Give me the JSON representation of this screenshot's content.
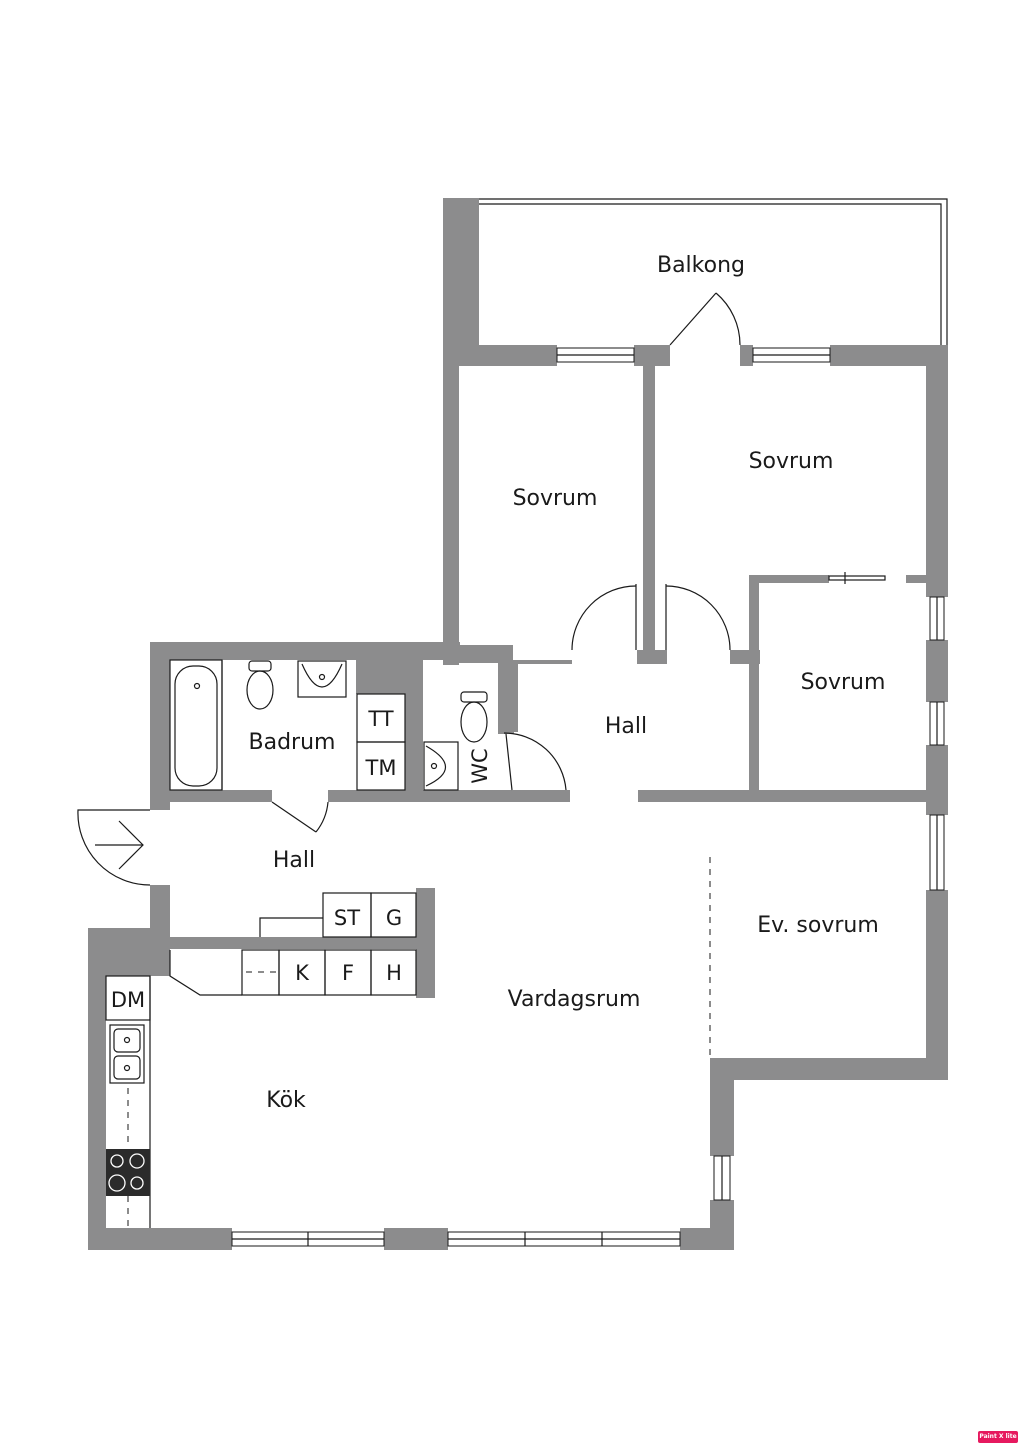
{
  "rooms": {
    "balkong": "Balkong",
    "sovrum_1": "Sovrum",
    "sovrum_2": "Sovrum",
    "sovrum_3": "Sovrum",
    "hall_inner": "Hall",
    "badrum": "Badrum",
    "wc": "WC",
    "hall_entry": "Hall",
    "ev_sovrum": "Ev. sovrum",
    "vardagsrum": "Vardagsrum",
    "kok": "Kök"
  },
  "fixtures": {
    "tt": "TT",
    "tm": "TM",
    "st": "ST",
    "g": "G",
    "k": "K",
    "f": "F",
    "h": "H",
    "dm": "DM"
  },
  "brand": "Paint X lite",
  "colors": {
    "wall": "#8c8c8d",
    "line": "#1a1a1a",
    "brand": "#e6195f"
  }
}
